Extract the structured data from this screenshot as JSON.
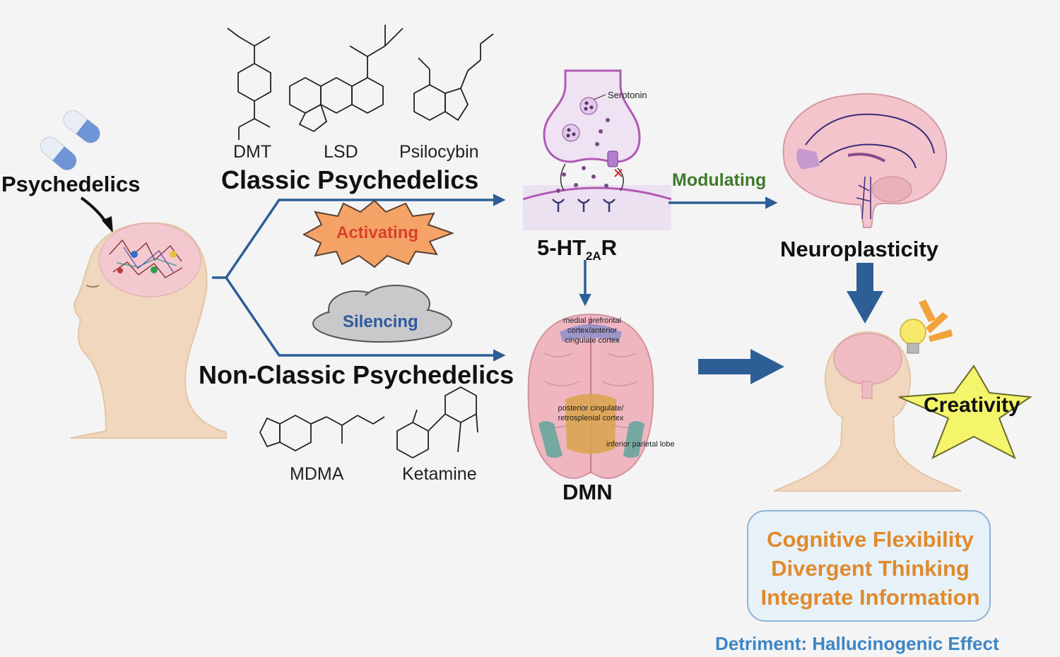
{
  "labels": {
    "psychedelics": "Psychedelics",
    "classic": "Classic Psychedelics",
    "non_classic": "Non-Classic Psychedelics",
    "activating": "Activating",
    "silencing": "Silencing",
    "modulating": "Modulating",
    "receptor_prefix": "5-HT",
    "receptor_sub": "2A",
    "receptor_suffix": "R",
    "serotonin": "Serotonin",
    "neuroplasticity": "Neuroplasticity",
    "dmn": "DMN",
    "creativity": "Creativity",
    "detriment": "Detriment: Hallucinogenic Effect"
  },
  "drugs": {
    "classic": [
      "DMT",
      "LSD",
      "Psilocybin"
    ],
    "non_classic": [
      "MDMA",
      "Ketamine"
    ]
  },
  "brain_regions": {
    "mpfc": "medial prefrontal cortex/anterior cingulate cortex",
    "pcc": "posterior cingulate/ retrosplenial cortex",
    "ipl": "inferior parietal lobe"
  },
  "outcomes": [
    "Cognitive Flexibility",
    "Divergent Thinking",
    "Integrate Information"
  ],
  "colors": {
    "arrow": "#2d5f96",
    "activating": "#d9402b",
    "silencing": "#2e5a9c",
    "modulating": "#3f7a2a",
    "outcome": "#e08a2c",
    "detriment": "#3d86c6",
    "star": "#f4f56b"
  }
}
